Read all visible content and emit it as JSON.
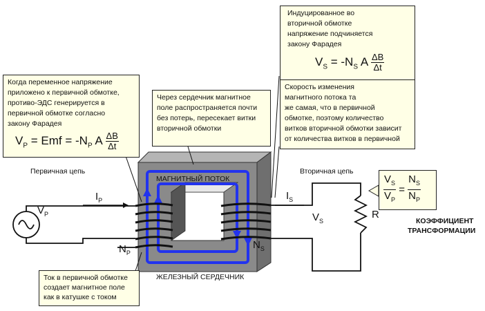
{
  "notes": {
    "faraday_secondary": [
      "Индуцированное во",
      "вторичной обмотке",
      "напряжение подчиняется",
      "закону Фарадея"
    ],
    "flux_rate": [
      "Скорость изменения",
      "магнитного потока та",
      "же самая, что в первичной",
      "обмотке, поэтому количество",
      "витков вторичной обмотки зависит",
      "от количества витков в первичной"
    ],
    "primary_emf": [
      "Когда переменное напряжение",
      "приложено к первичной обмотке,",
      "противо-ЭДС генерируется в",
      "первичной обмотке согласно",
      "закону Фарадея"
    ],
    "core_flux": [
      "Через сердечник магнитное",
      "поле распространяется почти",
      "без потерь, пересекает витки",
      "вторичной обмотки"
    ],
    "primary_current": [
      "Ток в первичной обмотке",
      "создает магнитное поле",
      "как в катушке с током"
    ]
  },
  "equations": {
    "vs": {
      "lhs": "V",
      "lhs_sub": "S",
      "eq": "= -N",
      "n_sub": "S",
      "a": "A",
      "num": "ΔB",
      "den": "Δt"
    },
    "vp": {
      "lhs": "V",
      "lhs_sub": "P",
      "eq": "= Emf = -N",
      "n_sub": "P",
      "a": "A",
      "num": "ΔB",
      "den": "Δt"
    },
    "ratio": {
      "v_top": "V",
      "v_top_sub": "S",
      "v_bot": "V",
      "v_bot_sub": "P",
      "eq": "=",
      "n_top": "N",
      "n_top_sub": "S",
      "n_bot": "N",
      "n_bot_sub": "P"
    }
  },
  "labels": {
    "primary_circuit": "Первичная цепь",
    "secondary_circuit": "Вторичная цепь",
    "magnetic_flux": "МАГНИТНЫЙ ПОТОК",
    "iron_core": "ЖЕЛЕЗНЫЙ СЕРДЕЧНИК",
    "coefficient_1": "КОЭФФИЦИЕНТ",
    "coefficient_2": "ТРАНСФОРМАЦИИ"
  },
  "symbols": {
    "vp": {
      "main": "V",
      "sub": "P"
    },
    "ip": {
      "main": "I",
      "sub": "P"
    },
    "np": {
      "main": "N",
      "sub": "P"
    },
    "is": {
      "main": "I",
      "sub": "S"
    },
    "vs": {
      "main": "V",
      "sub": "S"
    },
    "ns": {
      "main": "N",
      "sub": "S"
    },
    "r": {
      "main": "R"
    }
  },
  "colors": {
    "note_bg": "#ffffe6",
    "flux": "#2233ee",
    "core": "#8a8a8a",
    "wire": "#111111"
  }
}
